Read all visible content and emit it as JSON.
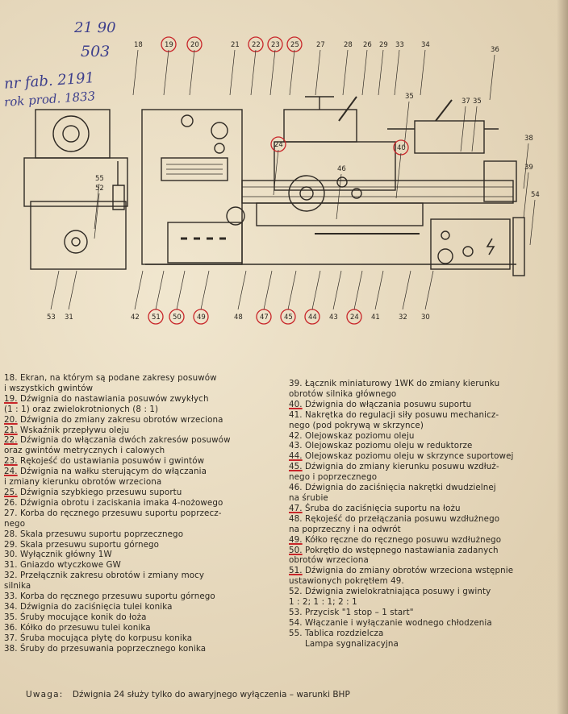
{
  "handwriting": {
    "line1": "21 90",
    "line2": "503",
    "line3": "nr fab. 2191",
    "line4": "rok prod. 1833"
  },
  "callouts": {
    "top": [
      "18",
      "19",
      "20",
      "21",
      "22",
      "23",
      "25",
      "27",
      "28",
      "26",
      "29",
      "33",
      "34",
      "36",
      "35",
      "37",
      "35",
      "38",
      "39",
      "54",
      "24",
      "40",
      "46",
      "55",
      "52"
    ],
    "bottom": [
      "53",
      "31",
      "42",
      "51",
      "50",
      "49",
      "48",
      "47",
      "45",
      "44",
      "43",
      "24",
      "41",
      "32",
      "30"
    ],
    "circled": [
      "19",
      "20",
      "22",
      "23",
      "25",
      "24",
      "40",
      "51",
      "50",
      "49",
      "47",
      "45",
      "44",
      "24"
    ]
  },
  "legend_left": [
    {
      "num": "18.",
      "text": "Ekran, na którym są podane zakresy posuwów\ni wszystkich gwintów",
      "marked": false
    },
    {
      "num": "19.",
      "text": "Dźwignia do nastawiania posuwów zwykłych\n(1 : 1) oraz zwielokrotnionych (8 : 1)",
      "marked": true
    },
    {
      "num": "20.",
      "text": "Dźwignia do zmiany zakresu obrotów wrzeciona",
      "marked": true
    },
    {
      "num": "21.",
      "text": "Wskaźnik przepływu oleju",
      "marked": true
    },
    {
      "num": "22.",
      "text": "Dźwignia do włączania dwóch zakresów posuwów\noraz gwintów metrycznych i calowych",
      "marked": true
    },
    {
      "num": "23.",
      "text": "Rękojeść do ustawiania posuwów i gwintów",
      "marked": true
    },
    {
      "num": "24.",
      "text": "Dźwignia na wałku sterującym do włączania\ni zmiany kierunku obrotów wrzeciona",
      "marked": true
    },
    {
      "num": "25.",
      "text": "Dźwignia szybkiego przesuwu suportu",
      "marked": true
    },
    {
      "num": "26.",
      "text": "Dźwignia obrotu i zaciskania imaka 4-nożowego",
      "marked": false
    },
    {
      "num": "27.",
      "text": "Korba do ręcznego przesuwu suportu poprzecz-\nnego",
      "marked": false
    },
    {
      "num": "28.",
      "text": "Skala przesuwu suportu poprzecznego",
      "marked": false
    },
    {
      "num": "29.",
      "text": "Skala przesuwu suportu górnego",
      "marked": false
    },
    {
      "num": "30.",
      "text": "Wyłącznik główny 1W",
      "marked": false
    },
    {
      "num": "31.",
      "text": "Gniazdo wtyczkowe GW",
      "marked": false
    },
    {
      "num": "32.",
      "text": "Przełącznik zakresu obrotów i zmiany mocy\nsilnika",
      "marked": false
    },
    {
      "num": "33.",
      "text": "Korba do ręcznego przesuwu suportu górnego",
      "marked": false
    },
    {
      "num": "34.",
      "text": "Dźwignia do zaciśnięcia tulei konika",
      "marked": false
    },
    {
      "num": "35.",
      "text": "Śruby mocujące konik do łoża",
      "marked": false
    },
    {
      "num": "36.",
      "text": "Kółko do przesuwu tulei konika",
      "marked": false
    },
    {
      "num": "37.",
      "text": "Śruba mocująca płytę do korpusu konika",
      "marked": false
    },
    {
      "num": "38.",
      "text": "Śruby do przesuwania poprzecznego konika",
      "marked": false
    }
  ],
  "legend_right": [
    {
      "num": "39.",
      "text": "Łącznik miniaturowy 1WK do zmiany kierunku\nobrotów silnika głównego",
      "marked": false
    },
    {
      "num": "40.",
      "text": "Dźwignia do włączania posuwu suportu",
      "marked": true
    },
    {
      "num": "41.",
      "text": "Nakrętka do regulacji siły posuwu mechanicz-\nnego (pod pokrywą w skrzynce)",
      "marked": false
    },
    {
      "num": "42.",
      "text": "Olejowskaz poziomu oleju",
      "marked": false
    },
    {
      "num": "43.",
      "text": "Olejowskaz poziomu oleju w reduktorze",
      "marked": false
    },
    {
      "num": "44.",
      "text": "Olejowskaz poziomu oleju w skrzynce suportowej",
      "marked": true
    },
    {
      "num": "45.",
      "text": "Dźwignia do zmiany kierunku posuwu wzdłuż-\nnego i poprzecznego",
      "marked": true
    },
    {
      "num": "46.",
      "text": "Dźwignia do zaciśnięcia nakrętki dwudzielnej\nna śrubie",
      "marked": false
    },
    {
      "num": "47.",
      "text": "Śruba do zaciśnięcia suportu na łożu",
      "marked": true
    },
    {
      "num": "48.",
      "text": "Rękojeść do przełączania posuwu wzdłużnego\nna poprzeczny i na odwrót",
      "marked": false
    },
    {
      "num": "49.",
      "text": "Kółko ręczne do ręcznego posuwu wzdłużnego",
      "marked": true
    },
    {
      "num": "50.",
      "text": "Pokrętło do wstępnego nastawiania zadanych\nobrotów wrzeciona",
      "marked": true
    },
    {
      "num": "51.",
      "text": "Dźwignia do zmiany obrotów wrzeciona wstępnie\nustawionych pokrętłem 49.",
      "marked": true
    },
    {
      "num": "52.",
      "text": "Dźwignia zwielokratniająca posuwy i gwinty\n1 : 2; 1 : 1; 2 : 1",
      "marked": false
    },
    {
      "num": "53.",
      "text": "Przycisk \"1 stop – 1 start\"",
      "marked": false
    },
    {
      "num": "54.",
      "text": "Włączanie i wyłączanie wodnego chłodzenia",
      "marked": false
    },
    {
      "num": "55.",
      "text": "Tablica rozdzielcza",
      "marked": false
    },
    {
      "num": "",
      "text": "Lampa sygnalizacyjna",
      "marked": false
    }
  ],
  "note": {
    "label": "Uwaga:",
    "text": "Dźwignia 24 służy tylko do awaryjnego wyłączenia – warunki BHP"
  }
}
